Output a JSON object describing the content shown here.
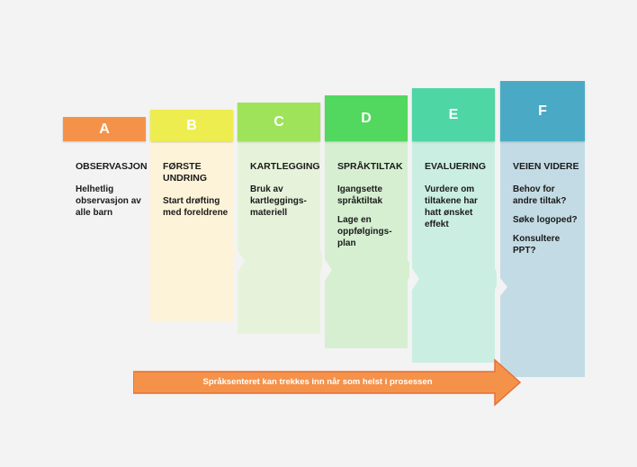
{
  "columns": [
    {
      "letter": "A",
      "header_color": "#f5924a",
      "body_color": "#f3f3f3",
      "title": "OBSERVASJON",
      "lines": [
        "Helhetlig\nobservasjon av\nalle barn"
      ]
    },
    {
      "letter": "B",
      "header_color": "#eded50",
      "body_color": "#fcf3d9",
      "title": "FØRSTE\nUNDRING",
      "lines": [
        "Start drøfting\nmed foreldrene"
      ]
    },
    {
      "letter": "C",
      "header_color": "#9ee35a",
      "body_color": "#e6f3da",
      "title": "KARTLEGGING",
      "lines": [
        "Bruk av\nkartleggings-\nmateriell"
      ]
    },
    {
      "letter": "D",
      "header_color": "#52d85e",
      "body_color": "#d5efd0",
      "title": "SPRÅKTILTAK",
      "lines": [
        "Igangsette\nspråktiltak",
        "Lage en\noppfølgings-\nplan"
      ]
    },
    {
      "letter": "E",
      "header_color": "#4ed6a5",
      "body_color": "#cbeee2",
      "title": "EVALUERING",
      "lines": [
        "Vurdere om\ntiltakene har\nhatt ønsket\neffekt"
      ]
    },
    {
      "letter": "F",
      "header_color": "#4aaac5",
      "body_color": "#c3dbe4",
      "title": "VEIEN VIDERE",
      "lines": [
        "Behov for\nandre tiltak?",
        "Søke logoped?",
        "Konsultere\nPPT?"
      ]
    }
  ],
  "arrow": {
    "label": "Språksenteret kan trekkes inn når som helst i prosessen",
    "color": "#f5924a"
  }
}
